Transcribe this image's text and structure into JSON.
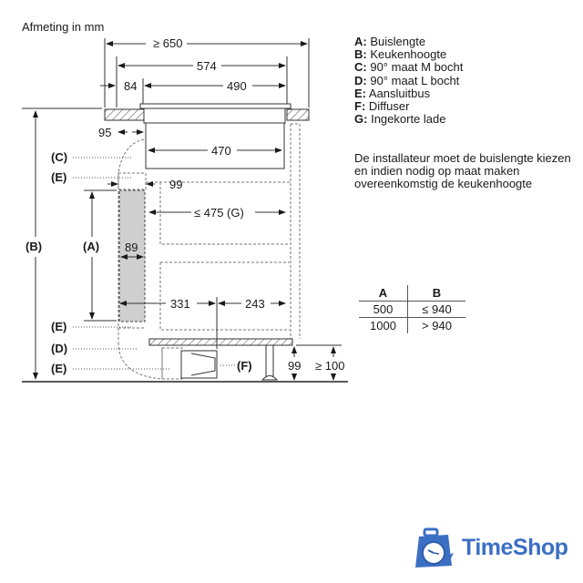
{
  "title": "Afmeting in mm",
  "legend": [
    {
      "key": "A:",
      "label": "Buislengte"
    },
    {
      "key": "B:",
      "label": "Keukenhoogte"
    },
    {
      "key": "C:",
      "label": "90° maat M bocht"
    },
    {
      "key": "D:",
      "label": "90° maat L bocht"
    },
    {
      "key": "E:",
      "label": "Aansluitbus"
    },
    {
      "key": "F:",
      "label": "Diffuser"
    },
    {
      "key": "G:",
      "label": "Ingekorte lade"
    }
  ],
  "note": "De installateur moet de buislengte kiezen en indien nodig op maat maken overeenkomstig de keukenhoogte",
  "table": {
    "headers": [
      "A",
      "B"
    ],
    "rows": [
      [
        "500",
        "≤ 940"
      ],
      [
        "1000",
        "> 940"
      ]
    ]
  },
  "dimensions": {
    "total_depth": "≥ 650",
    "hob_depth": "574",
    "offset_front": "84",
    "unit_depth": "490",
    "duct_offset": "95",
    "unit_body": "470",
    "duct_gap": "99",
    "drawer_depth": "≤ 475 (G)",
    "duct_width": "89",
    "floor_front": "331",
    "floor_rear": "243",
    "plinth_height": "99",
    "plinth_min": "≥ 100"
  },
  "callouts": {
    "C": "(C)",
    "E1": "(E)",
    "B": "(B)",
    "A": "(A)",
    "E2": "(E)",
    "D": "(D)",
    "E3": "(E)",
    "F": "(F)"
  },
  "brand": {
    "name": "TimeShop",
    "color": "#3b6fc4",
    "icon": "clock-bag-icon"
  }
}
